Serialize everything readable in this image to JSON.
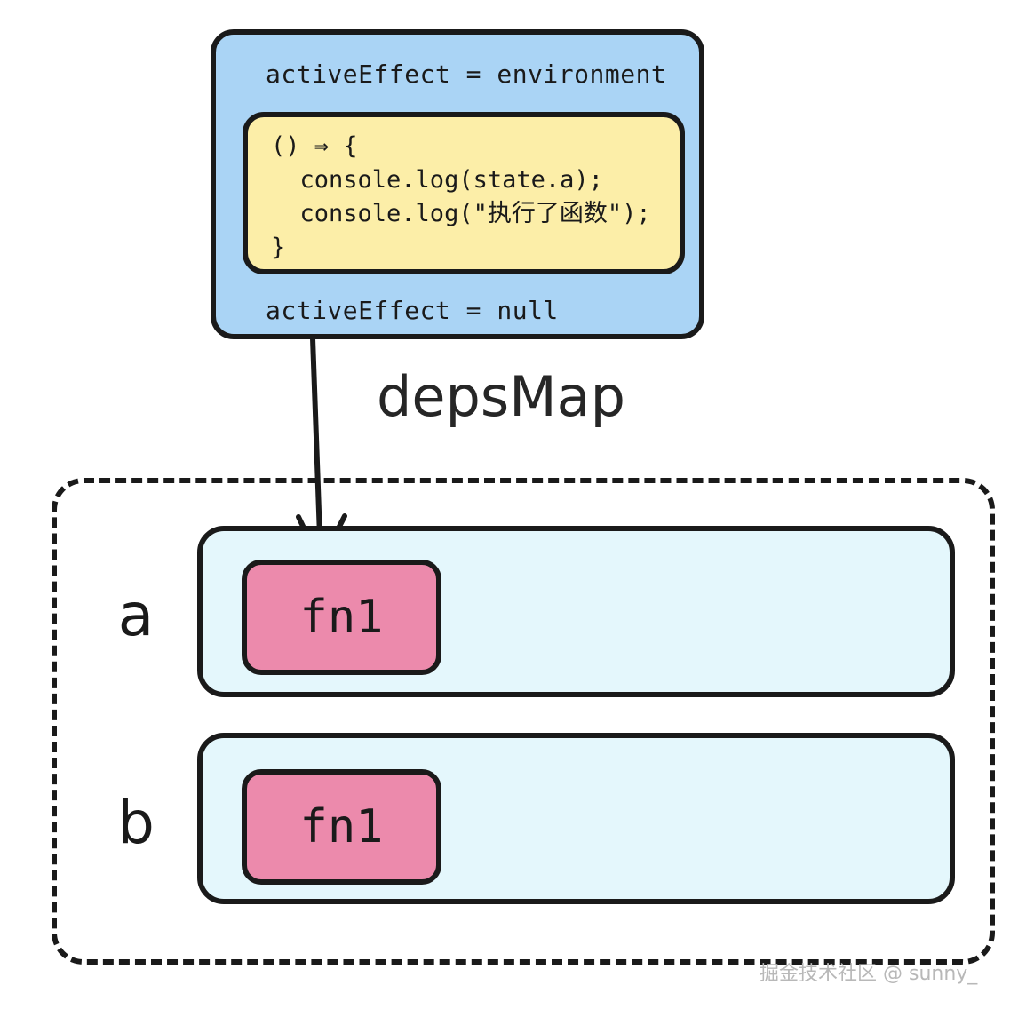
{
  "diagram": {
    "title": "depsMap",
    "background": "#ffffff",
    "colors": {
      "effect_box": "#aad4f5",
      "code_box": "#fceea8",
      "row_box": "#e4f7fc",
      "fn_chip": "#ec8aac",
      "stroke": "#1a1a1a",
      "watermark": "#b8b8b8"
    }
  },
  "effect_box": {
    "top_label": "activeEffect = environment",
    "bottom_label": "activeEffect = null",
    "code_lines": [
      "() ⇒ {",
      "  console.log(state.a);",
      "  console.log(\"执行了函数\");",
      "}"
    ]
  },
  "deps_map": {
    "label": "depsMap",
    "rows": [
      {
        "key": "a",
        "chip": "fn1"
      },
      {
        "key": "b",
        "chip": "fn1"
      }
    ]
  },
  "arrow": {
    "name": "effect-to-fn1-arrow",
    "from": "effect-box",
    "to": "fn1-chip-a"
  },
  "watermark": {
    "text": "掘金技术社区 @ sunny_"
  }
}
